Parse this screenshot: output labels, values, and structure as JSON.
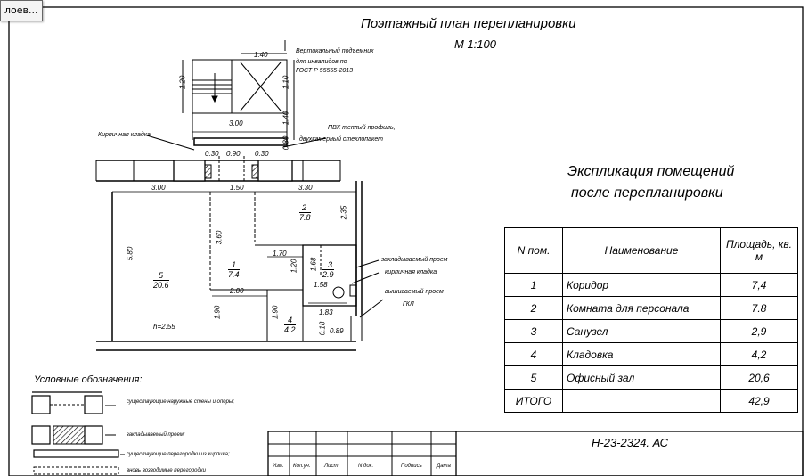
{
  "tooltip": "лоев...",
  "drawing": {
    "title": "Поэтажный план перепланировки",
    "scale": "М 1:100"
  },
  "plan_annotations": {
    "vertical_lift": [
      "Вертикальный подъемник",
      "для инвалидов по",
      "ГОСТ Р 55555-2013"
    ],
    "pvc_profile": [
      "ПВХ теплый профиль,",
      "двухкамерный стеклопакет"
    ],
    "brick_lining": "Кирпичная кладка",
    "opening_laid": [
      "закладываемый проем",
      "кирпичная кладка"
    ],
    "opening_made": [
      "вышиваемый проем",
      "ГКЛ"
    ],
    "height": "h=2.55"
  },
  "dimensions": {
    "lift_width": "1.40",
    "lift_left": "1.20",
    "lift_right": "1.10",
    "ramp_height": "1.40",
    "platform_width": "3.00",
    "door_side": "0.80",
    "seg_a": "0.30",
    "seg_b": "0.90",
    "seg_c": "0.30",
    "wall_left": "3.00",
    "wall_mid": "1.50",
    "wall_right": "3.30",
    "r2_height": "2.35",
    "r1_height": "3.60",
    "left_height": "5.80",
    "corr_w": "1.70",
    "corr_h": "1.20",
    "bath_h": "1.68",
    "bath_w": "1.58",
    "bath_total": "1.83",
    "lower_w": "2.00",
    "lower_left_h": "1.90",
    "lower_mid_h": "1.90",
    "niche_h": "0.18",
    "niche_w": "0.89"
  },
  "rooms": [
    {
      "num": "1",
      "area": "7.4"
    },
    {
      "num": "2",
      "area": "7.8"
    },
    {
      "num": "3",
      "area": "2.9"
    },
    {
      "num": "4",
      "area": "4.2"
    },
    {
      "num": "5",
      "area": "20.6"
    }
  ],
  "explication": {
    "title_line1": "Экспликация помещений",
    "title_line2": "после перепланировки",
    "headers": [
      "N пом.",
      "Наименование",
      "Площадь, кв. м"
    ],
    "rows": [
      {
        "num": "1",
        "name": "Коридор",
        "area": "7,4"
      },
      {
        "num": "2",
        "name": "Комната для персонала",
        "area": "7.8"
      },
      {
        "num": "3",
        "name": "Санузел",
        "area": "2,9"
      },
      {
        "num": "4",
        "name": "Кладовка",
        "area": "4,2"
      },
      {
        "num": "5",
        "name": "Офисный зал",
        "area": "20,6"
      }
    ],
    "total_label": "ИТОГО",
    "total_value": "42,9"
  },
  "legend": {
    "title": "Условные обозначения:",
    "items": [
      "существующие наружные стены и опоры;",
      "закладываемый проем;",
      "существующие перегородки из кирпича;",
      "вновь возводимые перегородки"
    ]
  },
  "stamp": {
    "code": "Н-23-2324. АС",
    "columns": [
      "Изм.",
      "Кол.уч.",
      "Лист",
      "N док.",
      "Подпись",
      "Дата"
    ]
  }
}
